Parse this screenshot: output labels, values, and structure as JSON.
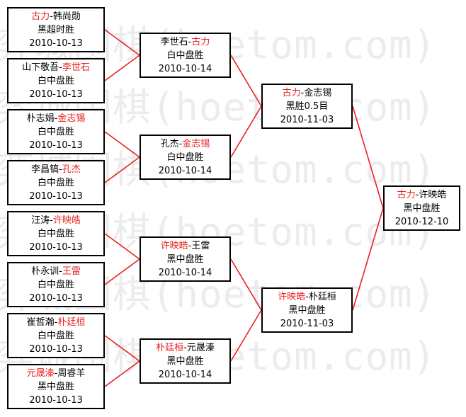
{
  "watermark_text": "弈城围棋(hoetom.com)",
  "colors": {
    "winner": "#e8201f",
    "line": "#e8201f",
    "border": "#000000",
    "text": "#000000"
  },
  "round1": [
    {
      "p1": "古力",
      "p2": "韩尚勋",
      "winner": 1,
      "result": "黑超时胜",
      "date": "2010-10-13"
    },
    {
      "p1": "山下敬吾",
      "p2": "李世石",
      "winner": 2,
      "result": "白中盘胜",
      "date": "2010-10-13"
    },
    {
      "p1": "朴志娟",
      "p2": "金志锡",
      "winner": 2,
      "result": "白中盘胜",
      "date": "2010-10-13"
    },
    {
      "p1": "李昌镐",
      "p2": "孔杰",
      "winner": 2,
      "result": "白中盘胜",
      "date": "2010-10-13"
    },
    {
      "p1": "汪涛",
      "p2": "许映皓",
      "winner": 2,
      "result": "白中盘胜",
      "date": "2010-10-13"
    },
    {
      "p1": "朴永训",
      "p2": "王雷",
      "winner": 2,
      "result": "白中盘胜",
      "date": "2010-10-13"
    },
    {
      "p1": "崔哲瀚",
      "p2": "朴廷桓",
      "winner": 2,
      "result": "白中盘胜",
      "date": "2010-10-13"
    },
    {
      "p1": "元晟溱",
      "p2": "周睿羊",
      "winner": 1,
      "result": "黑中盘胜",
      "date": "2010-10-13"
    }
  ],
  "round2": [
    {
      "p1": "李世石",
      "p2": "古力",
      "winner": 2,
      "result": "白中盘胜",
      "date": "2010-10-14"
    },
    {
      "p1": "孔杰",
      "p2": "金志锡",
      "winner": 2,
      "result": "白中盘胜",
      "date": "2010-10-14"
    },
    {
      "p1": "许映皓",
      "p2": "王雷",
      "winner": 1,
      "result": "黑中盘胜",
      "date": "2010-10-14"
    },
    {
      "p1": "朴廷桓",
      "p2": "元晟溱",
      "winner": 1,
      "result": "黑中盘胜",
      "date": "2010-10-14"
    }
  ],
  "round3": [
    {
      "p1": "古力",
      "p2": "金志锡",
      "winner": 1,
      "result": "黑胜0.5目",
      "date": "2010-11-03"
    },
    {
      "p1": "许映皓",
      "p2": "朴廷桓",
      "winner": 1,
      "result": "黑中盘胜",
      "date": "2010-11-03"
    }
  ],
  "final": [
    {
      "p1": "古力",
      "p2": "许映皓",
      "winner": 1,
      "result": "黑中盘胜",
      "date": "2010-12-10"
    }
  ]
}
